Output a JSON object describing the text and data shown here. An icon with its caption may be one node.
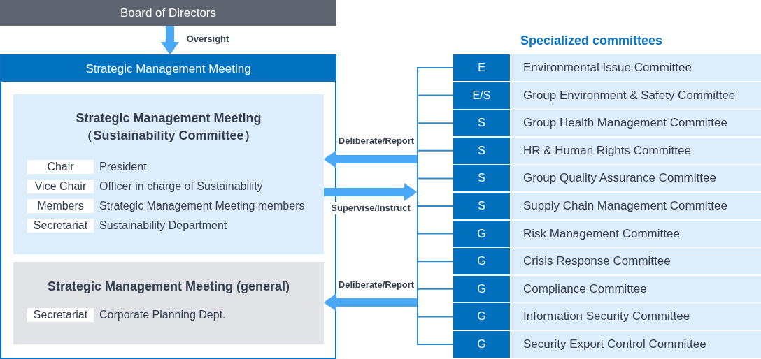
{
  "diagram": {
    "nodes": [
      {
        "text": [
          "Board of Directors"
        ]
      },
      {
        "text": [
          "Strategic Management Meeting"
        ]
      },
      {
        "text": [
          "Strategic Management Meeting （Sustainability Committee）"
        ],
        "in": 1
      },
      {
        "text": [
          "Chair"
        ],
        "beside": [
          "President"
        ],
        "in": 2
      },
      {
        "text": [
          "Vice Chair"
        ],
        "beside": [
          "Officer in charge of Sustainability"
        ],
        "in": 2
      },
      {
        "text": [
          "Members"
        ],
        "beside": [
          "Strategic Management Meeting members"
        ],
        "in": 2
      },
      {
        "text": [
          "Secretariat"
        ],
        "beside": [
          "Sustainability Department"
        ],
        "in": 2
      },
      {
        "text": [
          "Strategic Management Meeting (general)"
        ],
        "in": 1
      },
      {
        "text": [
          "Secretariat"
        ],
        "beside": [
          "Corporate Planning Dept."
        ],
        "in": 7
      },
      {
        "text": [],
        "shape": "bar"
      },
      {
        "text": [
          "E",
          "Environmental Issue Committee"
        ]
      },
      {
        "text": [
          "E/S",
          "Group Environment & Safety Committee"
        ]
      },
      {
        "text": [
          "S",
          "Group Health Management Committee"
        ]
      },
      {
        "text": [
          "S",
          "HR & Human Rights Committee"
        ]
      },
      {
        "text": [
          "S",
          "Group Quality Assurance Committee"
        ]
      },
      {
        "text": [
          "S",
          "Supply Chain Management Committee"
        ]
      },
      {
        "text": [
          "G",
          "Risk Management Committee"
        ]
      },
      {
        "text": [
          "G",
          "Crisis Response Committee"
        ]
      },
      {
        "text": [
          "G",
          "Compliance Committee"
        ]
      },
      {
        "text": [
          "G",
          "Information Security Committee"
        ]
      },
      {
        "text": [
          "G",
          "Security Export Control Committee"
        ]
      }
    ],
    "edges": [
      {
        "from": 0,
        "to": 1,
        "arrow": "to",
        "label": "Oversight",
        "style": "thick",
        "color": "#4aa9f6"
      },
      {
        "from": 9,
        "to": 2,
        "arrow": "to",
        "label": "Deliberate/Report",
        "style": "thick",
        "color": "#4aa9f6"
      },
      {
        "from": 2,
        "to": 9,
        "arrow": "to",
        "label": "Supervise/Instruct",
        "style": "thick",
        "color": "#4aa9f6"
      },
      {
        "from": 9,
        "to": 7,
        "arrow": "to",
        "label": "Deliberate/Report",
        "style": "thick",
        "color": "#4aa9f6"
      },
      {
        "from": 9,
        "to": 10,
        "arrow": "none"
      },
      {
        "from": 9,
        "to": 11,
        "arrow": "none"
      },
      {
        "from": 9,
        "to": 12,
        "arrow": "none"
      },
      {
        "from": 9,
        "to": 13,
        "arrow": "none"
      },
      {
        "from": 9,
        "to": 14,
        "arrow": "none"
      },
      {
        "from": 9,
        "to": 15,
        "arrow": "none"
      },
      {
        "from": 9,
        "to": 16,
        "arrow": "none"
      },
      {
        "from": 9,
        "to": 17,
        "arrow": "none"
      },
      {
        "from": 9,
        "to": 18,
        "arrow": "none"
      },
      {
        "from": 9,
        "to": 19,
        "arrow": "none"
      },
      {
        "from": 9,
        "to": 20,
        "arrow": "none"
      }
    ],
    "labels": [
      "Specialized committees"
    ]
  }
}
